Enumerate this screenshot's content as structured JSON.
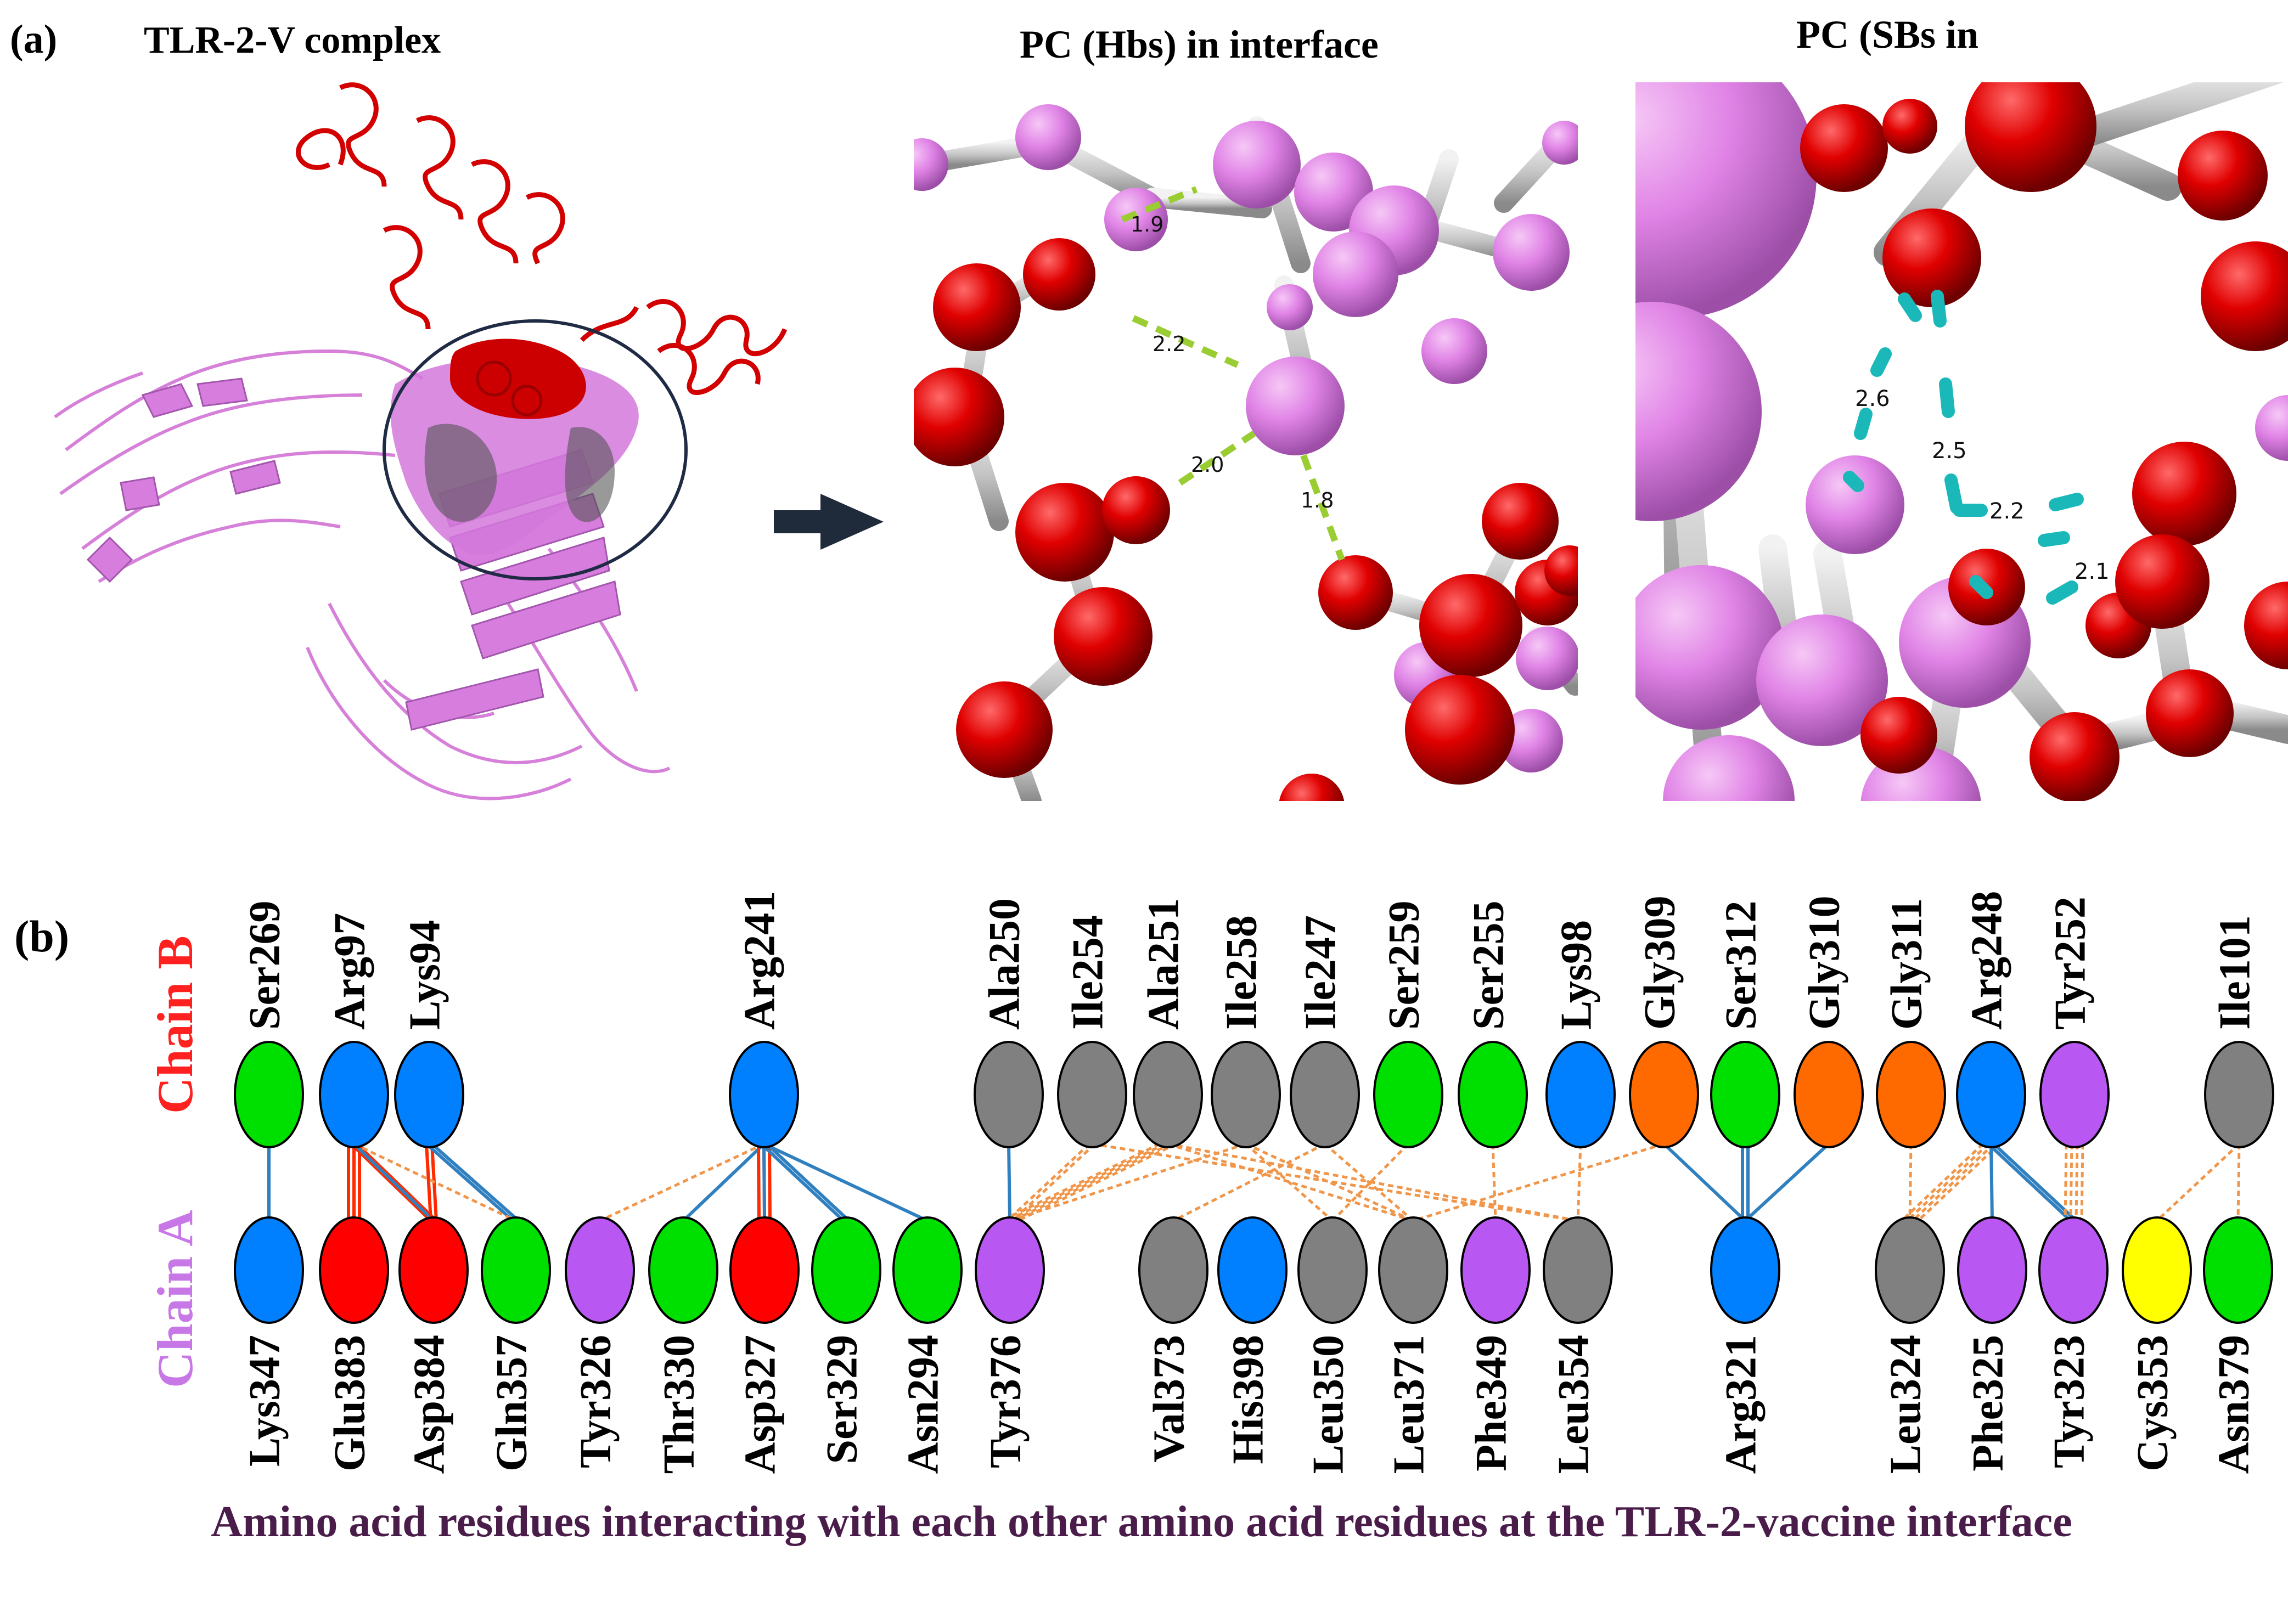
{
  "panel_a": {
    "label": "(a)",
    "complex_title": "TLR-2-V complex",
    "hbs_title": "PC (Hbs) in interface",
    "sbs_title": "PC (SBs in",
    "hbs_distances": [
      "1.9",
      "2.2",
      "2.0",
      "1.8"
    ],
    "sbs_distances": [
      "2.6",
      "2.5",
      "2.2",
      "2.1"
    ]
  },
  "panel_b": {
    "label": "(b)",
    "chain_b_label": "Chain B",
    "chain_a_label": "Chain A",
    "caption": "Amino acid residues interacting with each other amino acid residues  at the TLR-2-vaccine interface",
    "colors": {
      "blue": "#0080ff",
      "red": "#ff0000",
      "green": "#00e000",
      "purple": "#b957f2",
      "gray": "#808080",
      "orange": "#ff6a00",
      "yellow": "#ffff00",
      "hbond": "#3080c0",
      "saltbridge": "#ff2a00",
      "nonbonded": "#f0964a",
      "chain_b_text": "#ff2020",
      "chain_a_text": "#c878e6"
    },
    "chain_b": [
      {
        "name": "Ser269",
        "color": "green"
      },
      {
        "name": "Arg97",
        "color": "blue"
      },
      {
        "name": "Lys94",
        "color": "blue"
      },
      {
        "name": "Arg241",
        "color": "blue"
      },
      {
        "name": "Ala250",
        "color": "gray"
      },
      {
        "name": "Ile254",
        "color": "gray"
      },
      {
        "name": "Ala251",
        "color": "gray"
      },
      {
        "name": "Ile258",
        "color": "gray"
      },
      {
        "name": "Ile247",
        "color": "gray"
      },
      {
        "name": "Ser259",
        "color": "green"
      },
      {
        "name": "Ser255",
        "color": "green"
      },
      {
        "name": "Lys98",
        "color": "blue"
      },
      {
        "name": "Gly309",
        "color": "orange"
      },
      {
        "name": "Ser312",
        "color": "green"
      },
      {
        "name": "Gly310",
        "color": "orange"
      },
      {
        "name": "Gly311",
        "color": "orange"
      },
      {
        "name": "Arg248",
        "color": "blue"
      },
      {
        "name": "Tyr252",
        "color": "purple"
      },
      {
        "name": "Ile101",
        "color": "gray"
      }
    ],
    "chain_a": [
      {
        "name": "Lys347",
        "color": "blue"
      },
      {
        "name": "Glu383",
        "color": "red"
      },
      {
        "name": "Asp384",
        "color": "red"
      },
      {
        "name": "Gln357",
        "color": "green"
      },
      {
        "name": "Tyr326",
        "color": "purple"
      },
      {
        "name": "Thr330",
        "color": "green"
      },
      {
        "name": "Asp327",
        "color": "red"
      },
      {
        "name": "Ser329",
        "color": "green"
      },
      {
        "name": "Asn294",
        "color": "green"
      },
      {
        "name": "Tyr376",
        "color": "purple"
      },
      {
        "name": "Val373",
        "color": "gray"
      },
      {
        "name": "His398",
        "color": "blue"
      },
      {
        "name": "Leu350",
        "color": "gray"
      },
      {
        "name": "Leu371",
        "color": "gray"
      },
      {
        "name": "Phe349",
        "color": "purple"
      },
      {
        "name": "Leu354",
        "color": "gray"
      },
      {
        "name": "Arg321",
        "color": "blue"
      },
      {
        "name": "Leu324",
        "color": "gray"
      },
      {
        "name": "Phe325",
        "color": "purple"
      },
      {
        "name": "Tyr323",
        "color": "purple"
      },
      {
        "name": "Cys353",
        "color": "yellow"
      },
      {
        "name": "Asn379",
        "color": "green"
      }
    ],
    "links": [
      {
        "b": "Ser269",
        "a": "Lys347",
        "type": "hbond",
        "count": 1
      },
      {
        "b": "Arg97",
        "a": "Glu383",
        "type": "saltbridge",
        "count": 3
      },
      {
        "b": "Arg97",
        "a": "Asp384",
        "type": "saltbridge",
        "count": 2
      },
      {
        "b": "Arg97",
        "a": "Asp384",
        "type": "hbond",
        "count": 1
      },
      {
        "b": "Lys94",
        "a": "Asp384",
        "type": "saltbridge",
        "count": 2
      },
      {
        "b": "Lys94",
        "a": "Gln357",
        "type": "hbond",
        "count": 2
      },
      {
        "b": "Arg97",
        "a": "Gln357",
        "type": "nonbonded",
        "count": 1
      },
      {
        "b": "Arg241",
        "a": "Tyr326",
        "type": "nonbonded",
        "count": 1
      },
      {
        "b": "Arg241",
        "a": "Thr330",
        "type": "hbond",
        "count": 1
      },
      {
        "b": "Arg241",
        "a": "Asp327",
        "type": "saltbridge",
        "count": 3
      },
      {
        "b": "Arg241",
        "a": "Asp327",
        "type": "hbond",
        "count": 1
      },
      {
        "b": "Arg241",
        "a": "Ser329",
        "type": "hbond",
        "count": 2
      },
      {
        "b": "Arg241",
        "a": "Asn294",
        "type": "hbond",
        "count": 1
      },
      {
        "b": "Ala250",
        "a": "Tyr376",
        "type": "hbond",
        "count": 1
      },
      {
        "b": "Ile254",
        "a": "Tyr376",
        "type": "nonbonded",
        "count": 2
      },
      {
        "b": "Ala251",
        "a": "Tyr376",
        "type": "nonbonded",
        "count": 4
      },
      {
        "b": "Ile258",
        "a": "Tyr376",
        "type": "nonbonded",
        "count": 1
      },
      {
        "b": "Ala251",
        "a": "Leu371",
        "type": "nonbonded",
        "count": 1
      },
      {
        "b": "Ala251",
        "a": "Leu354",
        "type": "nonbonded",
        "count": 1
      },
      {
        "b": "Ile258",
        "a": "Leu350",
        "type": "nonbonded",
        "count": 1
      },
      {
        "b": "Ile258",
        "a": "Leu371",
        "type": "nonbonded",
        "count": 1
      },
      {
        "b": "Ile247",
        "a": "Val373",
        "type": "nonbonded",
        "count": 1
      },
      {
        "b": "Ile247",
        "a": "Leu371",
        "type": "nonbonded",
        "count": 1
      },
      {
        "b": "Ser259",
        "a": "Leu350",
        "type": "nonbonded",
        "count": 1
      },
      {
        "b": "Ser255",
        "a": "Phe349",
        "type": "nonbonded",
        "count": 1
      },
      {
        "b": "Lys98",
        "a": "Leu354",
        "type": "nonbonded",
        "count": 1
      },
      {
        "b": "Gly309",
        "a": "Arg321",
        "type": "hbond",
        "count": 1
      },
      {
        "b": "Ser312",
        "a": "Arg321",
        "type": "hbond",
        "count": 2
      },
      {
        "b": "Gly310",
        "a": "Arg321",
        "type": "hbond",
        "count": 1
      },
      {
        "b": "Gly311",
        "a": "Leu324",
        "type": "nonbonded",
        "count": 1
      },
      {
        "b": "Arg248",
        "a": "Leu324",
        "type": "nonbonded",
        "count": 4
      },
      {
        "b": "Arg248",
        "a": "Phe325",
        "type": "hbond",
        "count": 1
      },
      {
        "b": "Arg248",
        "a": "Tyr323",
        "type": "hbond",
        "count": 2
      },
      {
        "b": "Tyr252",
        "a": "Tyr323",
        "type": "nonbonded",
        "count": 4
      },
      {
        "b": "Ile101",
        "a": "Cys353",
        "type": "nonbonded",
        "count": 1
      },
      {
        "b": "Ile101",
        "a": "Asn379",
        "type": "nonbonded",
        "count": 1
      },
      {
        "b": "Ile254",
        "a": "Leu354",
        "type": "nonbonded",
        "count": 1
      },
      {
        "b": "Gly309",
        "a": "Leu371",
        "type": "nonbonded",
        "count": 1
      }
    ]
  }
}
